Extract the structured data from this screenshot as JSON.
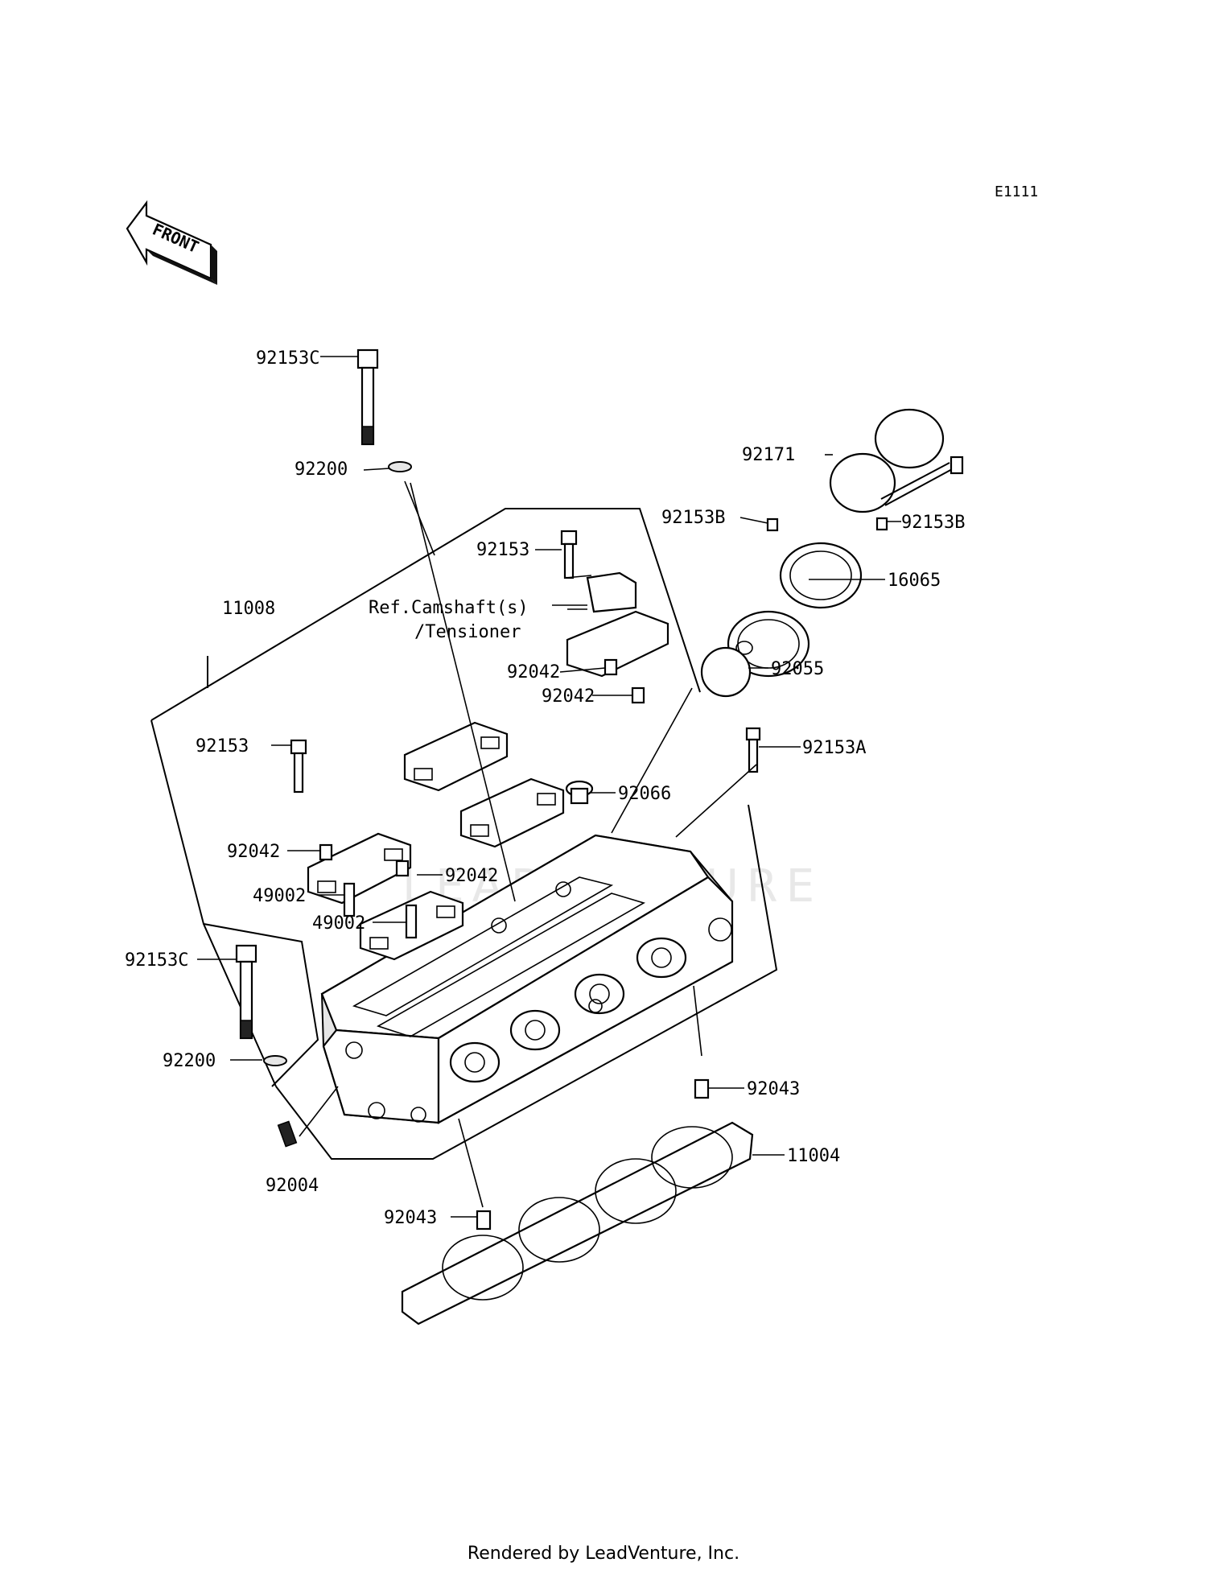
{
  "diagram_code": "E1111",
  "front_label": "FRONT",
  "footer": "Rendered by LeadVenture, Inc.",
  "watermark": "LEADVENTURE",
  "reference_note": {
    "line1": "Ref.Camshaft(s)",
    "line2": "/Tensioner"
  },
  "callouts": [
    {
      "id": "c1",
      "text": "92153C"
    },
    {
      "id": "c2",
      "text": "92200"
    },
    {
      "id": "c3",
      "text": "92153"
    },
    {
      "id": "c4",
      "text": "11008"
    },
    {
      "id": "c5",
      "text": "92042"
    },
    {
      "id": "c6",
      "text": "92042"
    },
    {
      "id": "c7",
      "text": "92153"
    },
    {
      "id": "c8",
      "text": "92042"
    },
    {
      "id": "c9",
      "text": "92042"
    },
    {
      "id": "c10",
      "text": "49002"
    },
    {
      "id": "c11",
      "text": "49002"
    },
    {
      "id": "c12",
      "text": "92153C"
    },
    {
      "id": "c13",
      "text": "92200"
    },
    {
      "id": "c14",
      "text": "92004"
    },
    {
      "id": "c15",
      "text": "92043"
    },
    {
      "id": "c16",
      "text": "92171"
    },
    {
      "id": "c17",
      "text": "92153B"
    },
    {
      "id": "c18",
      "text": "92153B"
    },
    {
      "id": "c19",
      "text": "16065"
    },
    {
      "id": "c20",
      "text": "92055"
    },
    {
      "id": "c21",
      "text": "92153A"
    },
    {
      "id": "c22",
      "text": "92066"
    },
    {
      "id": "c23",
      "text": "92043"
    },
    {
      "id": "c24",
      "text": "11004"
    }
  ]
}
